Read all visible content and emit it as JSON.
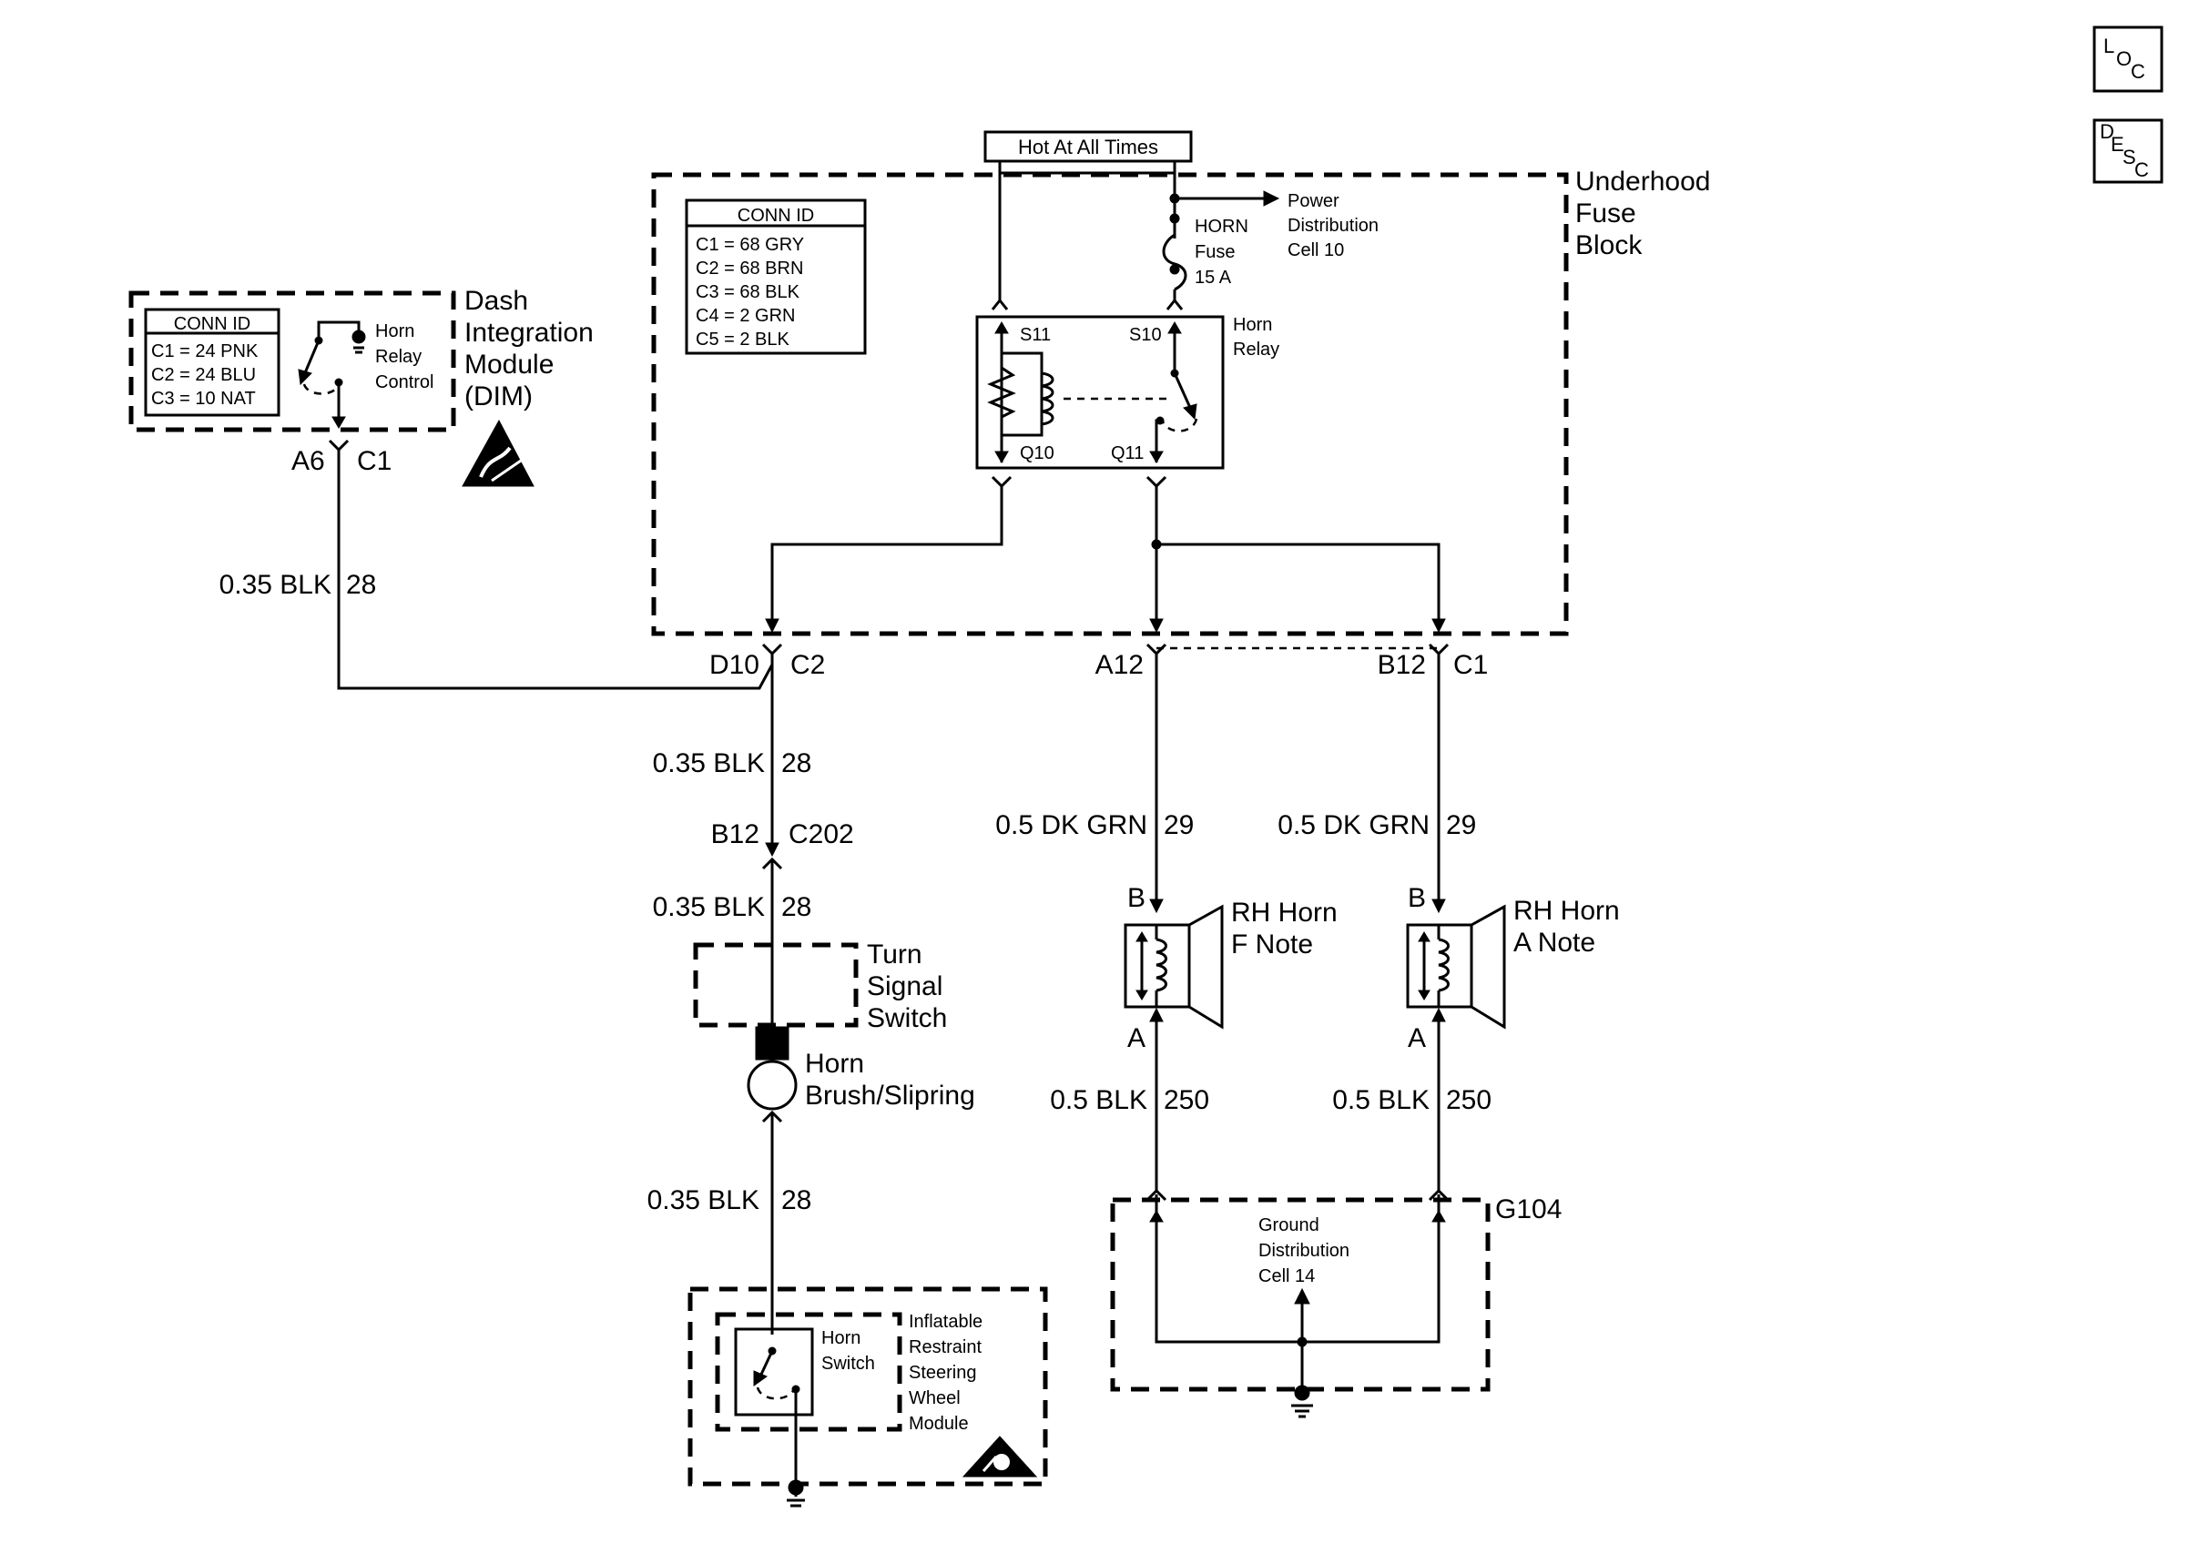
{
  "corner_icons": {
    "loc": {
      "l1": "L",
      "l2": "O",
      "l3": "C"
    },
    "desc": {
      "l1": "D",
      "l2": "E",
      "l3": "S",
      "l4": "C"
    }
  },
  "hot_label": "Hot At All Times",
  "underhood": {
    "title": [
      "Underhood",
      "Fuse",
      "Block"
    ],
    "conn_id": {
      "header": "CONN ID",
      "lines": [
        "C1 = 68 GRY",
        "C2 = 68 BRN",
        "C3 = 68 BLK",
        "C4 = 2 GRN",
        "C5 = 2 BLK"
      ]
    },
    "power_distribution": [
      "Power",
      "Distribution",
      "Cell 10"
    ],
    "fuse": [
      "HORN",
      "Fuse",
      "15 A"
    ],
    "relay": {
      "name": [
        "Horn",
        "Relay"
      ],
      "s11": "S11",
      "s10": "S10",
      "q10": "Q10",
      "q11": "Q11"
    }
  },
  "dim": {
    "title": [
      "Dash",
      "Integration",
      "Module",
      "(DIM)"
    ],
    "conn_id": {
      "header": "CONN ID",
      "lines": [
        "C1 = 24 PNK",
        "C2 = 24 BLU",
        "C3 = 10 NAT"
      ]
    },
    "horn_relay_control": [
      "Horn",
      "Relay",
      "Control"
    ],
    "pin": "A6",
    "conn": "C1"
  },
  "wires": {
    "dim_wire": {
      "gauge": "0.35 BLK",
      "circuit": "28"
    },
    "c2_down": {
      "gauge": "0.35 BLK",
      "circuit": "28"
    },
    "c202_down": {
      "gauge": "0.35 BLK",
      "circuit": "28"
    },
    "brush_down": {
      "gauge": "0.35 BLK",
      "circuit": "28"
    },
    "horn_f_feed": {
      "gauge": "0.5 DK GRN",
      "circuit": "29"
    },
    "horn_a_feed": {
      "gauge": "0.5 DK GRN",
      "circuit": "29"
    },
    "horn_f_ground": {
      "gauge": "0.5 BLK",
      "circuit": "250"
    },
    "horn_a_ground": {
      "gauge": "0.5 BLK",
      "circuit": "250"
    }
  },
  "connectors": {
    "d10": "D10",
    "c2": "C2",
    "a12": "A12",
    "b12_c1": "B12",
    "c1": "C1",
    "b12_c202": "B12",
    "c202": "C202"
  },
  "turn_signal_switch": [
    "Turn",
    "Signal",
    "Switch"
  ],
  "horn_brush": [
    "Horn",
    "Brush/Slipring"
  ],
  "horn_f": {
    "name": [
      "RH Horn",
      "F Note"
    ],
    "pin_b": "B",
    "pin_a": "A"
  },
  "horn_a": {
    "name": [
      "RH Horn",
      "A Note"
    ],
    "pin_b": "B",
    "pin_a": "A"
  },
  "ground": {
    "id": "G104",
    "label": [
      "Ground",
      "Distribution",
      "Cell 14"
    ]
  },
  "steering_module": {
    "name": [
      "Inflatable",
      "Restraint",
      "Steering",
      "Wheel",
      "Module"
    ],
    "horn_switch": [
      "Horn",
      "Switch"
    ]
  }
}
